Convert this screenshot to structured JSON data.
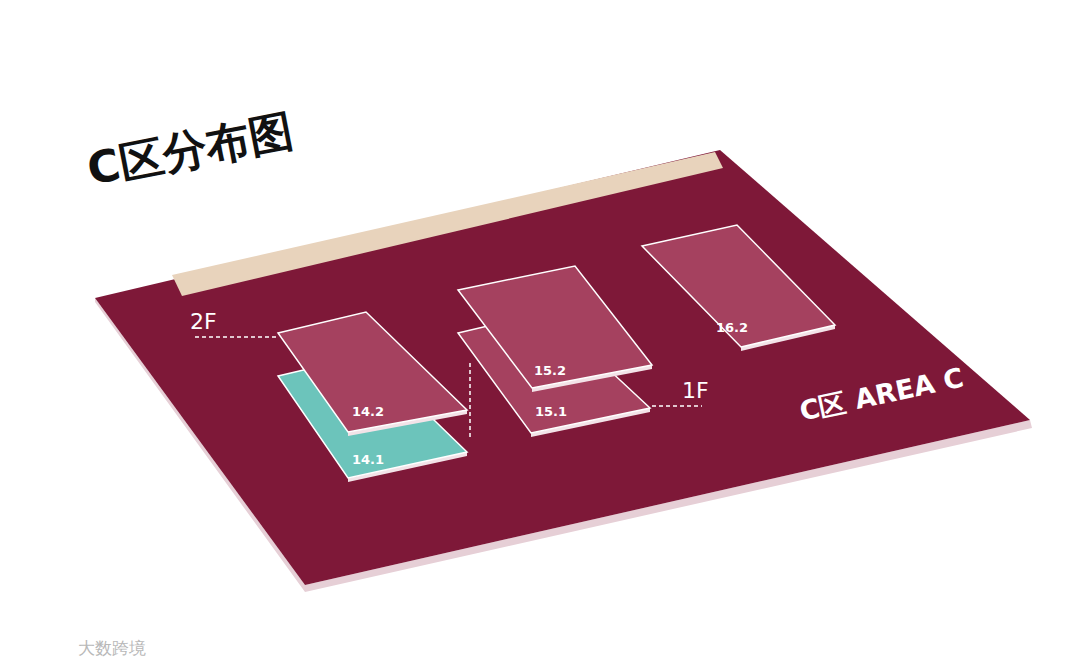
{
  "diagram": {
    "title": "C区分布图",
    "nodes": [
      {
        "text": [
          "14.2"
        ]
      },
      {
        "text": [
          "14.1"
        ]
      },
      {
        "text": [
          "15.2"
        ]
      },
      {
        "text": [
          "15.1"
        ]
      },
      {
        "text": [
          "16.2"
        ]
      }
    ],
    "labels": [
      "2F",
      "1F",
      "C区 AREA C",
      "大数跨境"
    ]
  }
}
